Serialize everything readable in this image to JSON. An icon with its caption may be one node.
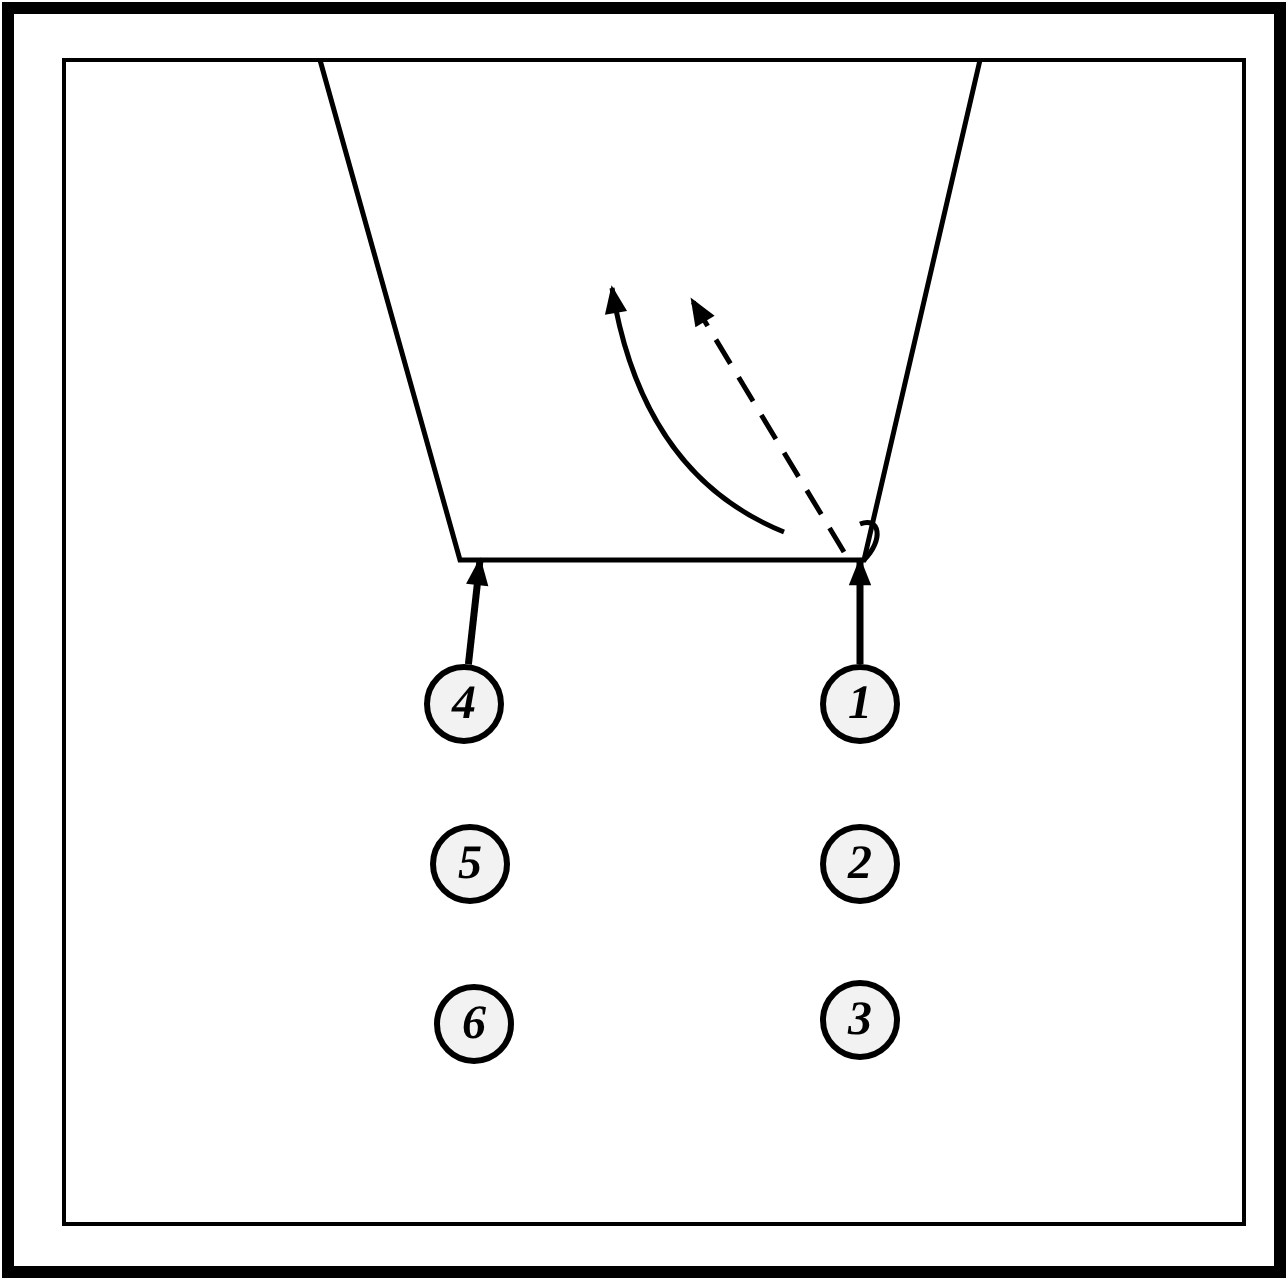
{
  "diagram": {
    "nodes": [
      {
        "text": [],
        "shape": "trapezoid"
      },
      {
        "text": [
          "4"
        ]
      },
      {
        "text": [
          "1"
        ]
      },
      {
        "text": [
          "5"
        ]
      },
      {
        "text": [
          "2"
        ]
      },
      {
        "text": [
          "6"
        ]
      },
      {
        "text": [
          "3"
        ]
      }
    ],
    "edges": [
      {
        "from": 1,
        "to": 0,
        "arrow": "to"
      },
      {
        "from": 2,
        "to": 0,
        "arrow": "to"
      }
    ]
  }
}
